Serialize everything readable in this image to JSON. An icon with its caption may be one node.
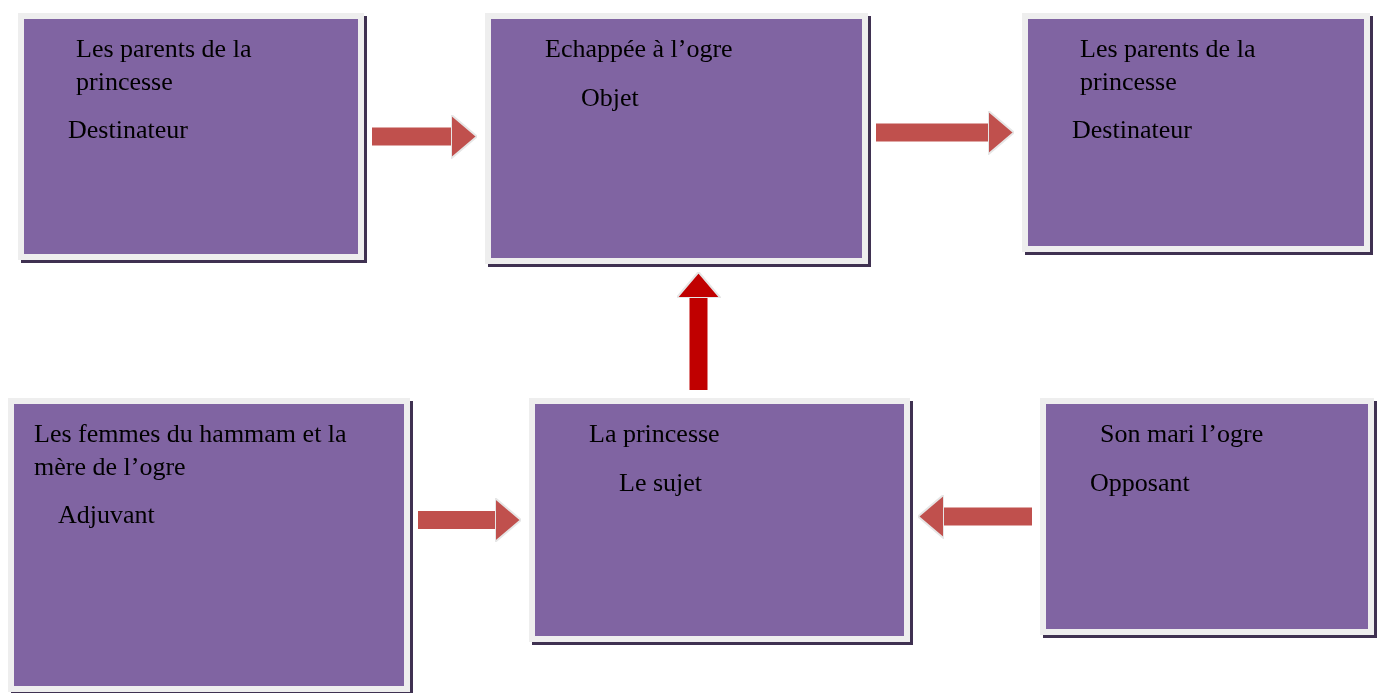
{
  "diagram": {
    "nodes": [
      {
        "text": [
          "Les parents de la princesse",
          "Destinateur"
        ]
      },
      {
        "text": [
          "Echappée à l’ogre",
          "Objet"
        ]
      },
      {
        "text": [
          "Les parents de la princesse",
          "Destinateur"
        ]
      },
      {
        "text": [
          "Les femmes du hammam et la mère de l’ogre",
          "Adjuvant"
        ]
      },
      {
        "text": [
          "La princesse",
          "Le sujet"
        ]
      },
      {
        "text": [
          "Son mari l’ogre",
          "Opposant"
        ]
      }
    ],
    "edges": [
      {
        "from": 0,
        "to": 1,
        "arrow": "to"
      },
      {
        "from": 1,
        "to": 2,
        "arrow": "to"
      },
      {
        "from": 4,
        "to": 1,
        "arrow": "to",
        "color": "#c00000"
      },
      {
        "from": 3,
        "to": 4,
        "arrow": "to"
      },
      {
        "from": 5,
        "to": 4,
        "arrow": "to"
      }
    ]
  }
}
